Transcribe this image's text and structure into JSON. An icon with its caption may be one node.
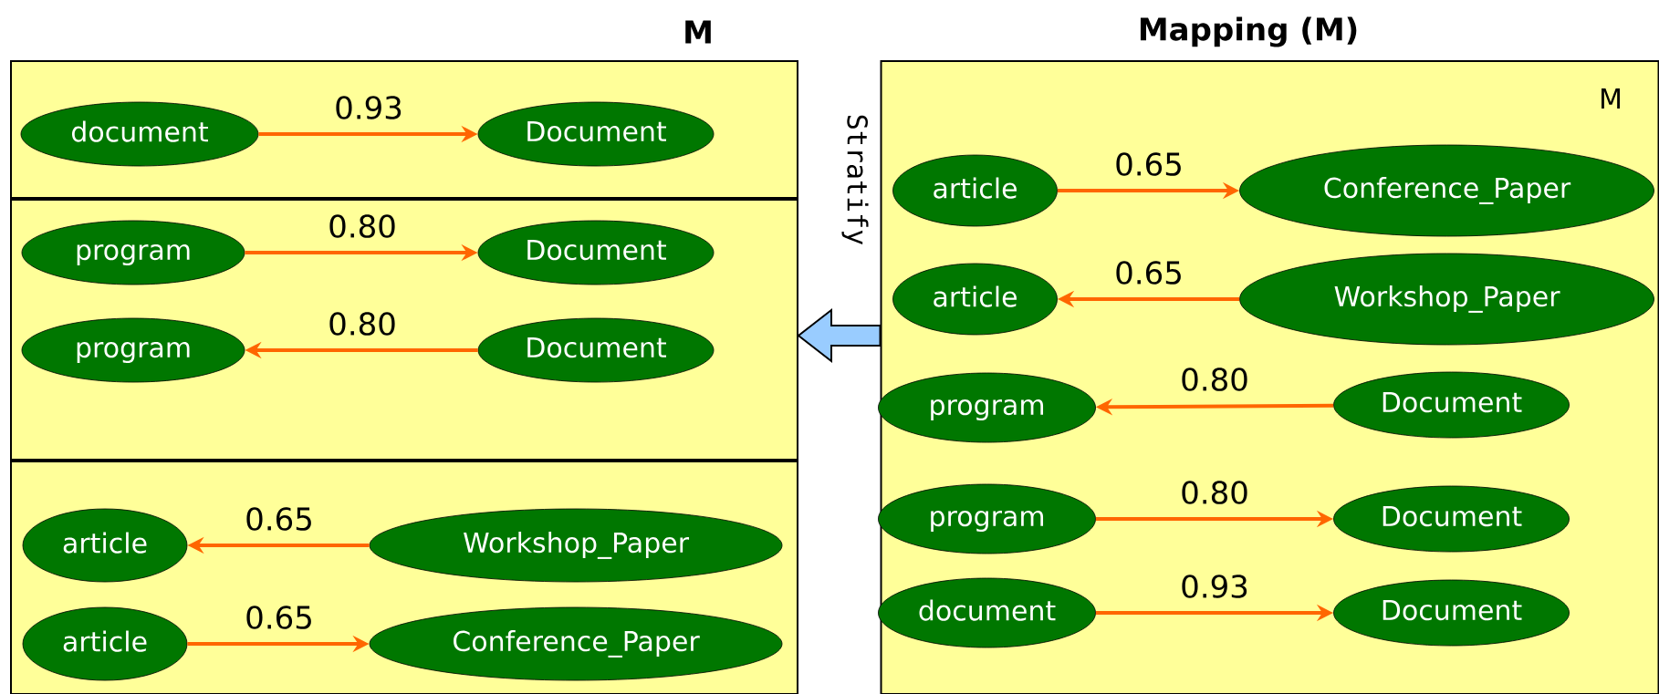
{
  "diagram": {
    "nodes": [
      {
        "text": [
          "M"
        ]
      },
      {
        "text": [
          "document"
        ],
        "in": 0
      },
      {
        "text": [
          "Document"
        ],
        "in": 0
      },
      {
        "text": [
          "program"
        ],
        "in": 0
      },
      {
        "text": [
          "Document"
        ],
        "in": 0
      },
      {
        "text": [
          "program"
        ],
        "in": 0
      },
      {
        "text": [
          "Document"
        ],
        "in": 0
      },
      {
        "text": [
          "article"
        ],
        "in": 0
      },
      {
        "text": [
          "Workshop_Paper"
        ],
        "in": 0
      },
      {
        "text": [
          "article"
        ],
        "in": 0
      },
      {
        "text": [
          "Conference_Paper"
        ],
        "in": 0
      },
      {
        "text": [
          "Mapping (M)",
          "M"
        ]
      },
      {
        "text": [
          "article"
        ],
        "in": 11
      },
      {
        "text": [
          "Conference_Paper"
        ],
        "in": 11
      },
      {
        "text": [
          "article"
        ],
        "in": 11
      },
      {
        "text": [
          "Workshop_Paper"
        ],
        "in": 11
      },
      {
        "text": [
          "program"
        ],
        "in": 11
      },
      {
        "text": [
          "Document"
        ],
        "in": 11
      },
      {
        "text": [
          "program"
        ],
        "in": 11
      },
      {
        "text": [
          "Document"
        ],
        "in": 11
      },
      {
        "text": [
          "document"
        ],
        "in": 11
      },
      {
        "text": [
          "Document"
        ],
        "in": 11
      }
    ],
    "edges": [
      {
        "from": 1,
        "to": 2,
        "arrow": "to",
        "label": "0.93"
      },
      {
        "from": 3,
        "to": 4,
        "arrow": "to",
        "label": "0.80"
      },
      {
        "from": 6,
        "to": 5,
        "arrow": "to",
        "label": "0.80"
      },
      {
        "from": 8,
        "to": 7,
        "arrow": "to",
        "label": "0.65"
      },
      {
        "from": 9,
        "to": 10,
        "arrow": "to",
        "label": "0.65"
      },
      {
        "from": 12,
        "to": 13,
        "arrow": "to",
        "label": "0.65"
      },
      {
        "from": 15,
        "to": 14,
        "arrow": "to",
        "label": "0.65"
      },
      {
        "from": 17,
        "to": 16,
        "arrow": "to",
        "label": "0.80"
      },
      {
        "from": 18,
        "to": 19,
        "arrow": "to",
        "label": "0.80"
      },
      {
        "from": 20,
        "to": 21,
        "arrow": "to",
        "label": "0.93"
      },
      {
        "from": 11,
        "to": 0,
        "arrow": "to",
        "label": "Stratify",
        "style": "thick",
        "color": "#99ccff"
      }
    ]
  }
}
